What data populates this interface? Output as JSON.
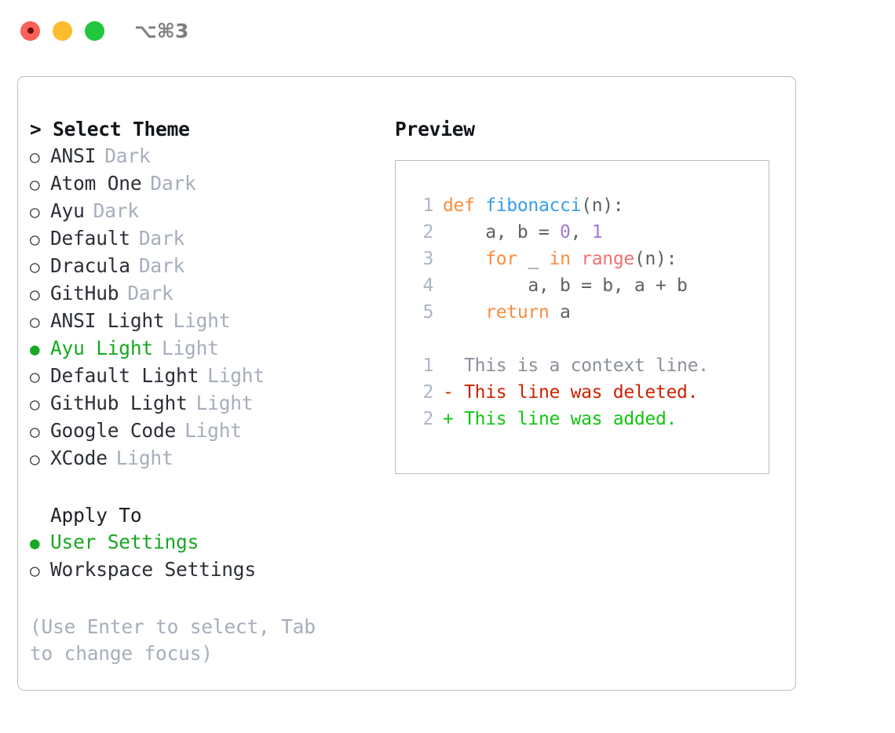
{
  "window": {
    "traffic_lights": [
      "close-button",
      "minimize-button",
      "maximize-button"
    ],
    "shortcut": "⌥⌘3"
  },
  "theme_panel": {
    "heading": "> Select Theme",
    "heading_marker": ">",
    "options": [
      {
        "bullet": "○",
        "name": "ANSI",
        "kind": "Dark",
        "selected": false
      },
      {
        "bullet": "○",
        "name": "Atom One",
        "kind": "Dark",
        "selected": false
      },
      {
        "bullet": "○",
        "name": "Ayu",
        "kind": "Dark",
        "selected": false
      },
      {
        "bullet": "○",
        "name": "Default",
        "kind": "Dark",
        "selected": false
      },
      {
        "bullet": "○",
        "name": "Dracula",
        "kind": "Dark",
        "selected": false
      },
      {
        "bullet": "○",
        "name": "GitHub",
        "kind": "Dark",
        "selected": false
      },
      {
        "bullet": "○",
        "name": "ANSI Light",
        "kind": "Light",
        "selected": false
      },
      {
        "bullet": "●",
        "name": "Ayu Light",
        "kind": "Light",
        "selected": true
      },
      {
        "bullet": "○",
        "name": "Default Light",
        "kind": "Light",
        "selected": false
      },
      {
        "bullet": "○",
        "name": "GitHub Light",
        "kind": "Light",
        "selected": false
      },
      {
        "bullet": "○",
        "name": "Google Code",
        "kind": "Light",
        "selected": false
      },
      {
        "bullet": "○",
        "name": "XCode",
        "kind": "Light",
        "selected": false
      }
    ]
  },
  "apply_to": {
    "heading": "Apply To",
    "options": [
      {
        "bullet": "●",
        "name": "User Settings",
        "selected": true
      },
      {
        "bullet": "○",
        "name": "Workspace Settings",
        "selected": false
      }
    ]
  },
  "hint": "(Use Enter to select, Tab to change focus)",
  "preview": {
    "title": "Preview",
    "code_lines": [
      {
        "number": "1",
        "tokens": [
          {
            "text": "def ",
            "type": "kw"
          },
          {
            "text": "fibonacci",
            "type": "fn"
          },
          {
            "text": "(n):",
            "type": "pun"
          }
        ]
      },
      {
        "number": "2",
        "tokens": [
          {
            "text": "    a, b = ",
            "type": "var"
          },
          {
            "text": "0",
            "type": "num"
          },
          {
            "text": ", ",
            "type": "var"
          },
          {
            "text": "1",
            "type": "num"
          }
        ]
      },
      {
        "number": "3",
        "tokens": [
          {
            "text": "    ",
            "type": "var"
          },
          {
            "text": "for",
            "type": "kw"
          },
          {
            "text": " _ ",
            "type": "var"
          },
          {
            "text": "in",
            "type": "kw"
          },
          {
            "text": " ",
            "type": "var"
          },
          {
            "text": "range",
            "type": "bif"
          },
          {
            "text": "(n):",
            "type": "pun"
          }
        ]
      },
      {
        "number": "4",
        "tokens": [
          {
            "text": "        a, b = b, a + b",
            "type": "var"
          }
        ]
      },
      {
        "number": "5",
        "tokens": [
          {
            "text": "    ",
            "type": "var"
          },
          {
            "text": "return",
            "type": "kw"
          },
          {
            "text": " a",
            "type": "var"
          }
        ]
      }
    ],
    "diff_lines": [
      {
        "number": "1",
        "marker": " ",
        "text": " This is a context line.",
        "type": "ctx"
      },
      {
        "number": "2",
        "marker": "-",
        "text": " This line was deleted.",
        "type": "del"
      },
      {
        "number": "2",
        "marker": "+",
        "text": " This line was added.",
        "type": "add"
      }
    ]
  },
  "colors": {
    "accent_green": "#16a822",
    "keyword": "#fa8d3e",
    "function": "#399ee6",
    "number": "#a37acc",
    "builtin": "#f07171",
    "variable": "#5c6166",
    "muted": "#a6aebb",
    "diff_add": "#12c312",
    "diff_del": "#cc2200",
    "border": "#b7bfcb"
  }
}
